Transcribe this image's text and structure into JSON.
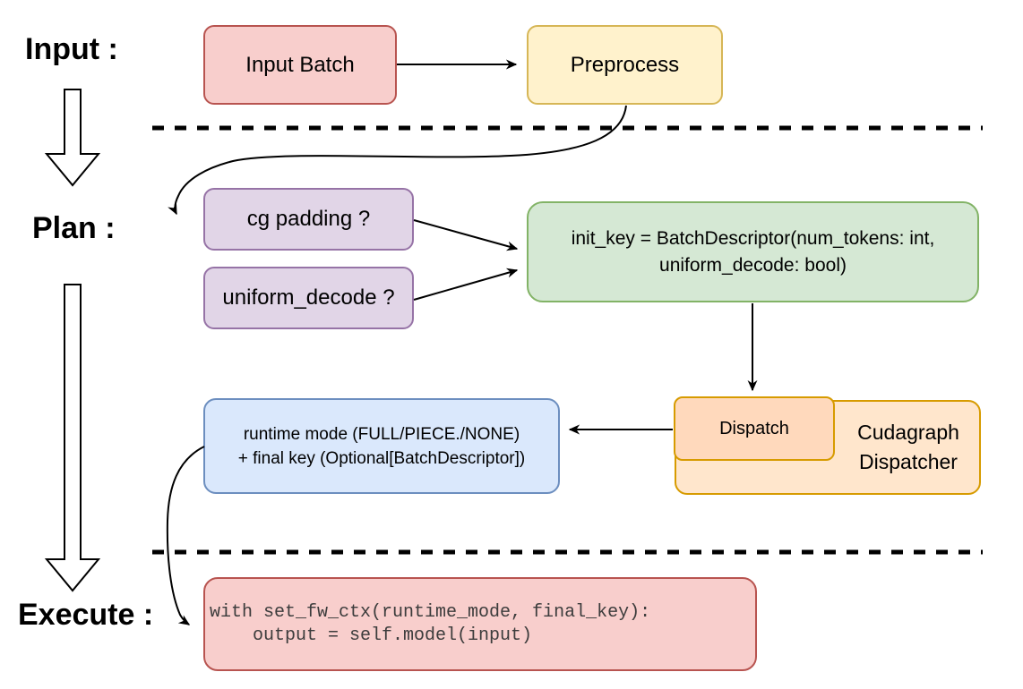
{
  "stage_labels": {
    "input": "Input :",
    "plan": "Plan :",
    "execute": "Execute :"
  },
  "nodes": {
    "input_batch": {
      "label": "Input Batch",
      "fill": "#f8cecc",
      "stroke": "#b85450"
    },
    "preprocess": {
      "label": "Preprocess",
      "fill": "#fff2cc",
      "stroke": "#d6b656"
    },
    "cg_padding": {
      "label": "cg padding ?",
      "fill": "#e1d5e7",
      "stroke": "#9673a6"
    },
    "uniform_decode": {
      "label": "uniform_decode ?",
      "fill": "#e1d5e7",
      "stroke": "#9673a6"
    },
    "init_key": {
      "line1": "init_key = BatchDescriptor(num_tokens: int,",
      "line2": "uniform_decode: bool)",
      "fill": "#d5e8d4",
      "stroke": "#82b366"
    },
    "dispatch": {
      "label": "Dispatch",
      "fill": "#ffd9bc",
      "stroke": "#d79b00"
    },
    "cudagraph_dispatcher": {
      "line1": "Cudagraph",
      "line2": "Dispatcher",
      "fill": "#ffe6cc",
      "stroke": "#d79b00"
    },
    "runtime_mode": {
      "line1": "runtime mode (FULL/PIECE./NONE)",
      "line2": "+ final key (Optional[BatchDescriptor])",
      "fill": "#dae8fc",
      "stroke": "#6c8ebf"
    },
    "execute_code": {
      "line1": "with set_fw_ctx(runtime_mode, final_key):",
      "line2": "    output = self.model(input)",
      "fill": "#f8cecc",
      "stroke": "#b85450",
      "text_color": "#3c3c3c"
    }
  }
}
